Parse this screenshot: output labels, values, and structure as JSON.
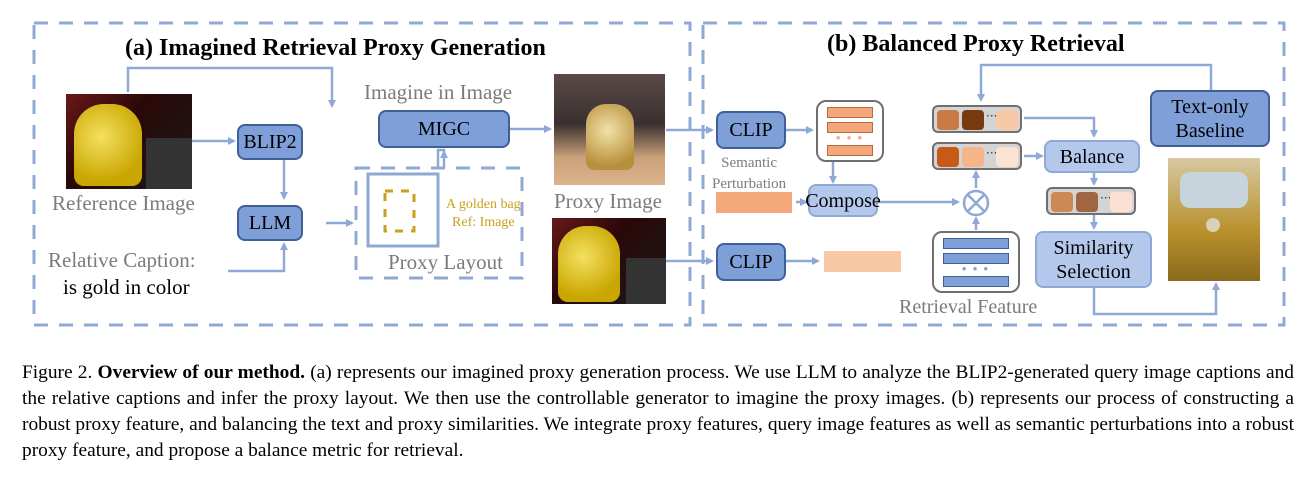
{
  "figure": {
    "panel_a": {
      "title": "(a) Imagined Retrieval Proxy Generation",
      "reference_image_label": "Reference Image",
      "reference_image_desc": "yellow backpack on a desk",
      "blip2_label": "BLIP2",
      "llm_label": "LLM",
      "migc_label": "MIGC",
      "imagine_label": "Imagine in Image",
      "relative_caption_label": "Relative Caption:",
      "relative_caption_text": "is gold in color",
      "proxy_layout_label": "Proxy Layout",
      "layout_text_line1": "A golden bag",
      "layout_text_line2": "Ref: Image",
      "proxy_image_label": "Proxy Image",
      "proxy_image_desc": "golden backpack on a table",
      "query_image_desc": "yellow backpack on a desk"
    },
    "panel_b": {
      "title": "(b) Balanced Proxy Retrieval",
      "clip_top_label": "CLIP",
      "clip_bottom_label": "CLIP",
      "semantic_perturbation_label": "Semantic\nPerturbation",
      "compose_label": "Compose",
      "combine_symbol": "⊗",
      "retrieval_feature_label": "Retrieval Feature",
      "balance_label": "Balance",
      "similarity_selection_label": "Similarity\nSelection",
      "text_only_baseline_label": "Text-only\nBaseline",
      "result_image_desc": "golden VW bus bag",
      "ellipsis": "···",
      "dots": "● ● ●",
      "similarity_rows": [
        [
          "#c97a45",
          "#7a3a10",
          "#f7c9a8"
        ],
        [
          "#c85a18",
          "#f6b48a",
          "#fbe2d2"
        ],
        [
          "#cc8855",
          "#a06640",
          "#fbe0d4"
        ]
      ]
    }
  },
  "colors": {
    "accent_blue": "#8fa9d6",
    "dark_blue_box": "#7f9fd9",
    "light_blue_box": "#b4c8ec",
    "orange_feature": "#f4a77b",
    "light_orange_feature": "#f8c9a4",
    "gold_layout": "#c9a21a"
  },
  "caption": {
    "prefix": "Figure 2.",
    "bold": "Overview of our method.",
    "body": "(a) represents our imagined proxy generation process. We use LLM to analyze the BLIP2-generated query image captions and the relative captions and infer the proxy layout. We then use the controllable generator to imagine the proxy images. (b) represents our process of constructing a robust proxy feature, and balancing the text and proxy similarities. We integrate proxy features, query image features as well as semantic perturbations into a robust proxy feature, and propose a balance metric for retrieval."
  }
}
